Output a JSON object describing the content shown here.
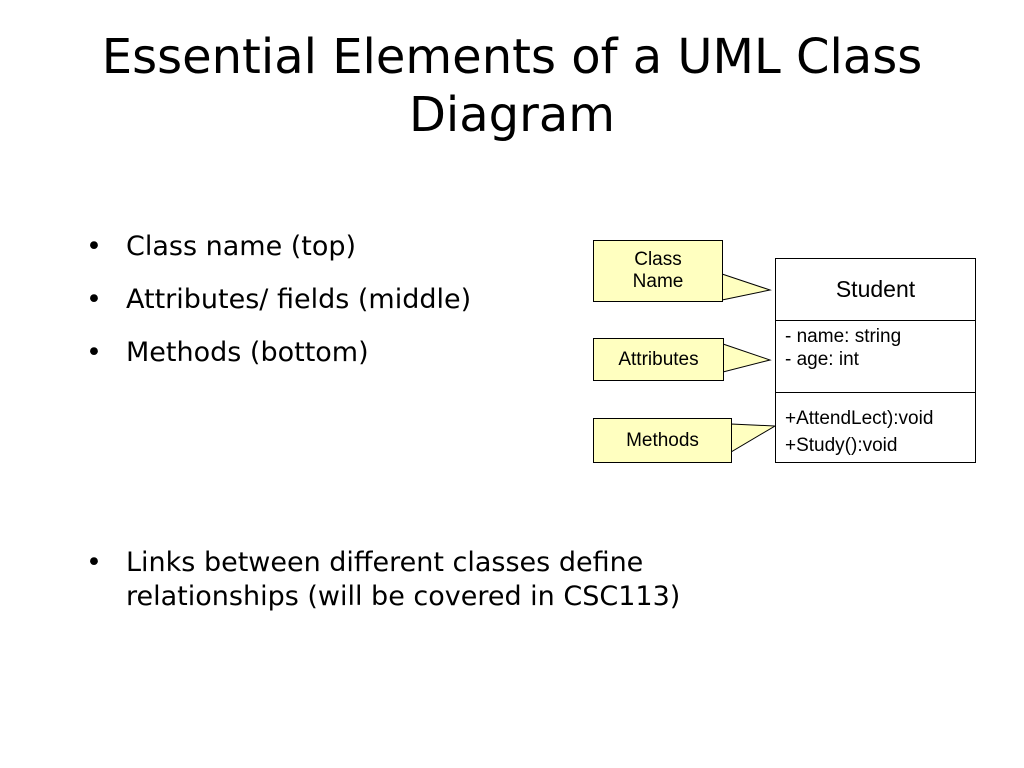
{
  "slide": {
    "title": "Essential Elements of a UML Class Diagram"
  },
  "bullets_top": [
    {
      "text": "Class name (top)"
    },
    {
      "text": "Attributes/ fields (middle)"
    },
    {
      "text": "Methods (bottom)"
    }
  ],
  "bullets_bottom": [
    {
      "text": "Links between different classes define relationships (will be covered in CSC113)"
    }
  ],
  "bullet_glyph": "•",
  "callouts": {
    "class_name": {
      "line1": "Class",
      "line2": "Name"
    },
    "attributes": "Attributes",
    "methods": "Methods"
  },
  "uml_class": {
    "name": "Student",
    "attributes": [
      "- name: string",
      "- age: int"
    ],
    "methods": [
      "+AttendLect):void",
      "+Study():void"
    ]
  },
  "colors": {
    "callout_fill": "#ffffc0",
    "border": "#000000"
  }
}
